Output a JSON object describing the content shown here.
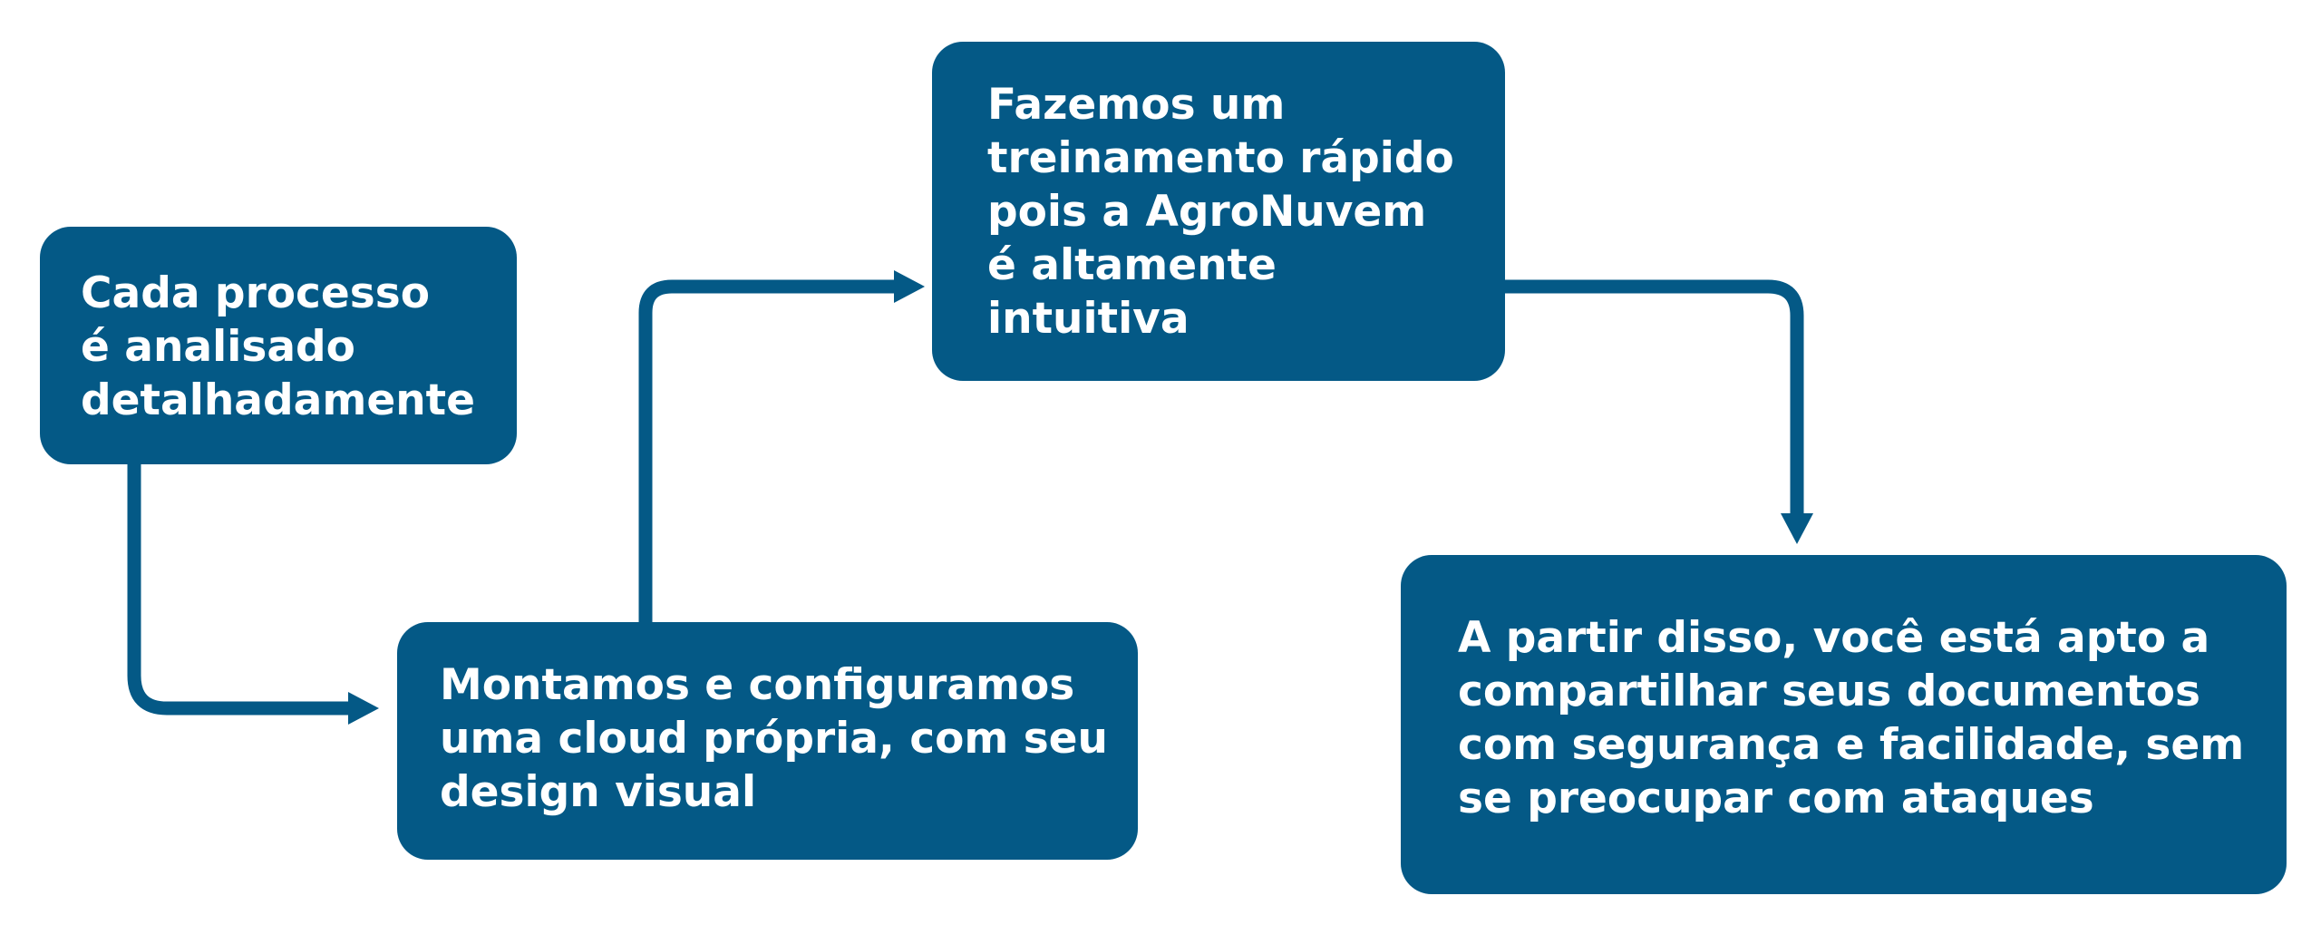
{
  "flow": {
    "step1": "Cada processo\né analisado\ndetalhadamente",
    "step2": "Montamos e configuramos\numa cloud própria, com seu\ndesign visual",
    "step3": "Fazemos um\ntreinamento rápido\npois a AgroNuvem\né altamente\nintuitiva",
    "step4": "A partir disso, você está apto a\ncompartilhar seus documentos\ncom segurança e facilidade, sem\nse preocupar com ataques"
  },
  "colors": {
    "box": "#045986",
    "arrow": "#045986",
    "text": "#ffffff",
    "background": "#ffffff"
  }
}
